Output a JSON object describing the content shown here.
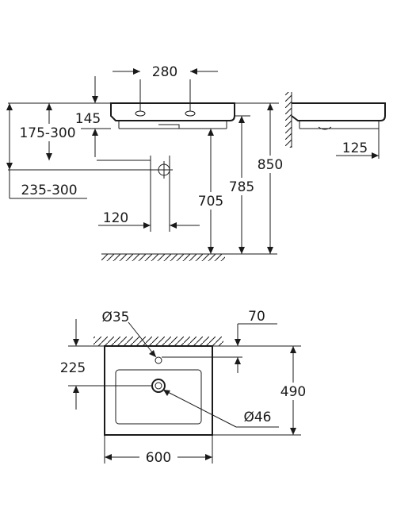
{
  "side_view": {
    "tap_hole_spacing": "280",
    "basin_height": "145",
    "tap_height_range": "175-300",
    "waste_height_range": "235-300",
    "waste_offset": "120",
    "waste_outlet_height": "705",
    "basin_bottom_height": "785",
    "rim_height": "850"
  },
  "end_view": {
    "depth_label": "125"
  },
  "top_view": {
    "tap_hole_diameter": "Ø35",
    "tap_hole_offset": "70",
    "waste_distance": "225",
    "depth": "490",
    "waste_diameter": "Ø46",
    "width": "600"
  }
}
